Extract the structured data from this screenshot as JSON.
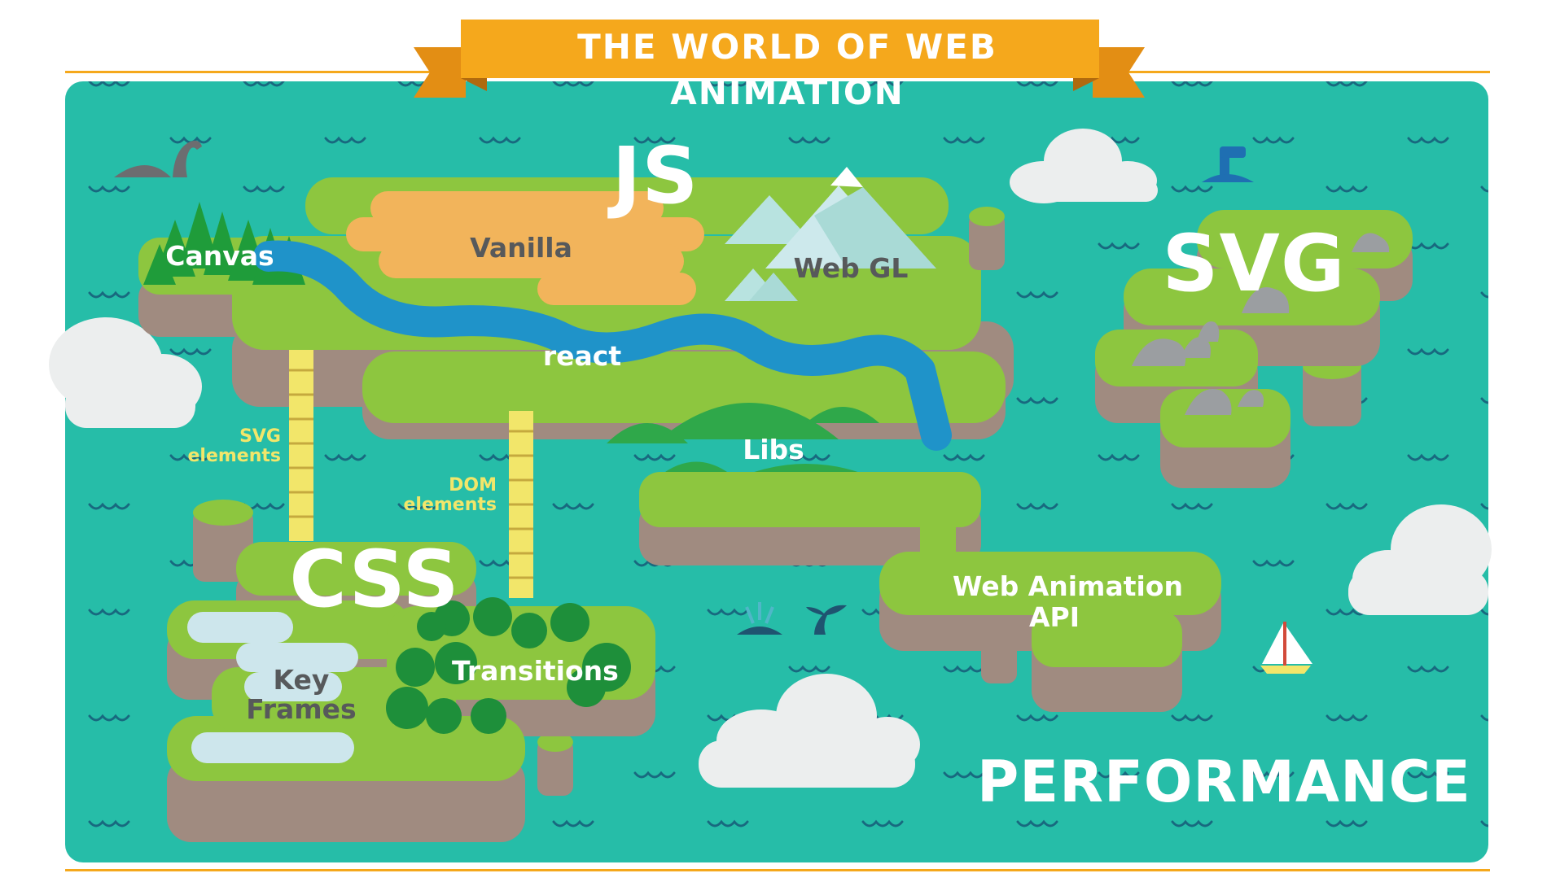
{
  "banner": {
    "title": "THE WORLD OF WEB ANIMATION"
  },
  "regions": {
    "js": "JS",
    "svg": "SVG",
    "css": "CSS",
    "performance": "PERFORMANCE"
  },
  "places": {
    "canvas": "Canvas",
    "vanilla": "Vanilla",
    "webgl": "Web GL",
    "react": "react",
    "libs": "Libs",
    "web_animation_api_line1": "Web Animation",
    "web_animation_api_line2": "API",
    "keyframes_line1": "Key",
    "keyframes_line2": "Frames",
    "transitions": "Transitions"
  },
  "bridges": {
    "svg_elements_line1": "SVG",
    "svg_elements_line2": "elements",
    "dom_elements_line1": "DOM",
    "dom_elements_line2": "elements"
  },
  "colors": {
    "sea": "#26bda8",
    "grass": "#8dc63f",
    "earth": "#a08b80",
    "banner": "#f5a81c",
    "text_light": "#ffffff",
    "text_dark": "#57595b",
    "bridge": "#f2e66a"
  }
}
